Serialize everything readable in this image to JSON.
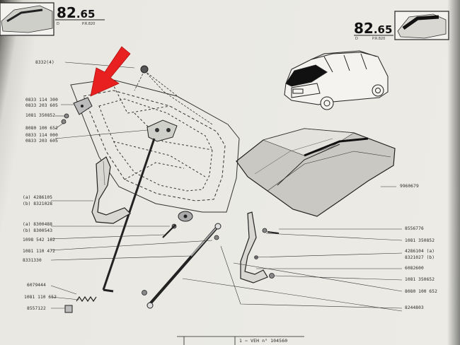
{
  "header_left": {
    "number_main": "82",
    "number_sub": ".65",
    "code_left": "D",
    "code_right": "P.R.820"
  },
  "header_right": {
    "number_main": "82",
    "number_sub": ".65",
    "code_left": "D",
    "code_right": "P.R.820"
  },
  "labels_left": [
    "8332(4)",
    "0833 114 300",
    "0833 203 605",
    "1081 350852",
    "8080 100 652",
    "0833 114 000",
    "0833 203 605",
    "(a) 4286105",
    "(b) 8321028",
    "(a) 8300488",
    "(b) 8300543",
    "1098 542 162",
    "1081 110 472",
    "8331330",
    "6079444",
    "1081 110 652",
    "8557122"
  ],
  "labels_right": [
    "9960679",
    "8556776",
    "1081 350852",
    "4286104 (a)",
    "8321027 (b)",
    "6082600",
    "1081 350652",
    "8080 100 652",
    "8244803"
  ],
  "footer": {
    "text": "1 ⇨ VEH n° 104560"
  },
  "colors": {
    "paper": "#ecebe6",
    "ink": "#222222",
    "arrow": "#e8201f"
  },
  "icons": {
    "pointer": "red-arrow-icon"
  }
}
